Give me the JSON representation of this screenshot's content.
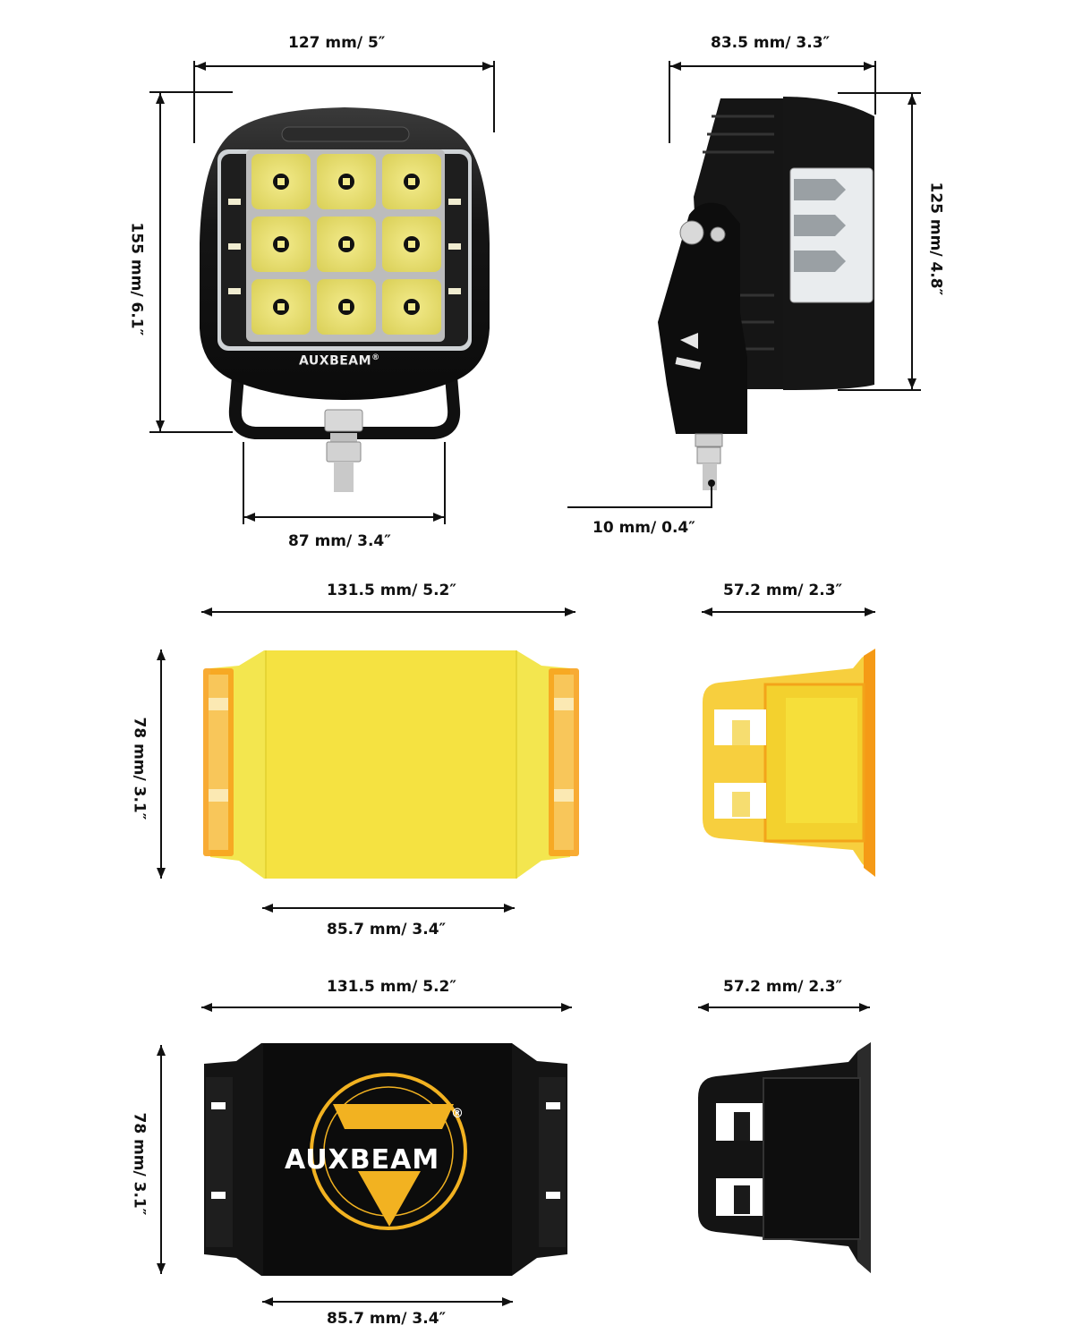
{
  "brand": {
    "name": "AUXBEAM",
    "registered": "®",
    "accent_yellow": "#f2b221",
    "housing_black": "#111111",
    "lens_yellow": "#f1e24a",
    "amber_edge": "#f59a16"
  },
  "sections": [
    {
      "id": "light-views",
      "views": [
        {
          "name": "front-view",
          "item": "LED pod light (front)",
          "dimensions": {
            "width": "127 mm/ 5″",
            "height": "155 mm/ 6.1″",
            "bracket_width": "87 mm/ 3.4″"
          },
          "led_grid": {
            "rows": 3,
            "cols": 3
          },
          "side_leds_per_side": 3
        },
        {
          "name": "side-view",
          "item": "LED pod light (side)",
          "dimensions": {
            "depth": "83.5 mm/ 3.3″",
            "height": "125 mm/ 4.8″",
            "bolt": "10 mm/ 0.4″"
          }
        }
      ]
    },
    {
      "id": "amber-cover",
      "views": [
        {
          "name": "amber-cover-front",
          "dimensions": {
            "width": "131.5 mm/ 5.2″",
            "height": "78 mm/ 3.1″",
            "inner_width": "85.7 mm/ 3.4″"
          }
        },
        {
          "name": "amber-cover-side",
          "dimensions": {
            "depth": "57.2 mm/ 2.3″"
          }
        }
      ]
    },
    {
      "id": "black-cover",
      "views": [
        {
          "name": "black-cover-front",
          "logo_text": "AUXBEAM",
          "dimensions": {
            "width": "131.5 mm/ 5.2″",
            "height": "78 mm/ 3.1″",
            "inner_width": "85.7 mm/ 3.4″"
          }
        },
        {
          "name": "black-cover-side",
          "dimensions": {
            "depth": "57.2 mm/ 2.3″"
          }
        }
      ]
    }
  ]
}
